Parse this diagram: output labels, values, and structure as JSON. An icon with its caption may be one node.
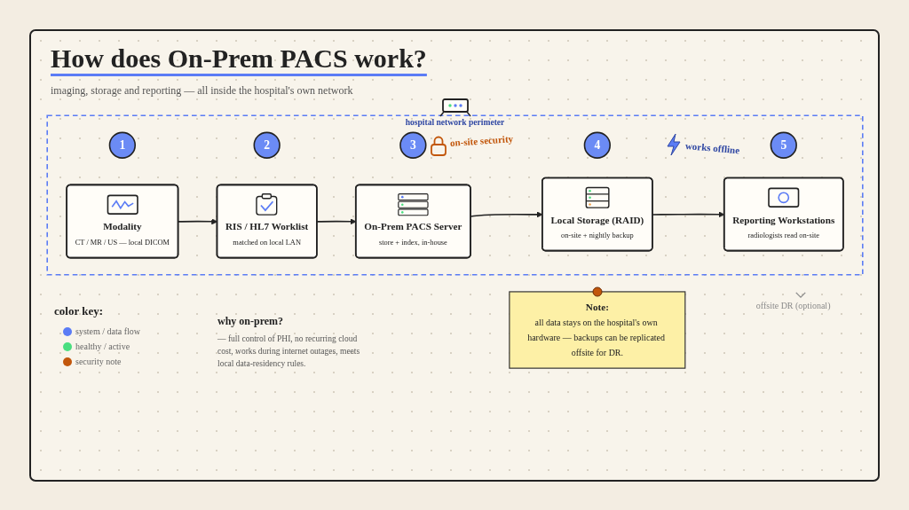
{
  "diagram": {
    "title": "How does On-Prem PACS work?",
    "nodes": [
      {
        "text": [
          "hospital network perimeter"
        ]
      },
      {
        "text": [
          "1"
        ],
        "in": 0
      },
      {
        "text": [
          "2"
        ],
        "in": 0
      },
      {
        "text": [
          "3"
        ],
        "in": 0
      },
      {
        "text": [
          "4"
        ],
        "in": 0
      },
      {
        "text": [
          "5"
        ],
        "in": 0
      },
      {
        "text": [
          "Modality",
          "CT / MR / US — local DICOM"
        ],
        "in": 0
      },
      {
        "text": [
          "RIS / HL7 Worklist",
          "matched on local LAN"
        ],
        "in": 0
      },
      {
        "text": [
          "On-Prem PACS Server",
          "store + index, in-house"
        ],
        "in": 0
      },
      {
        "text": [
          "Local Storage (RAID)",
          "on-site + nightly backup"
        ],
        "in": 0
      },
      {
        "text": [
          "Reporting Workstations",
          "radiologists read on-site"
        ],
        "in": 0
      },
      {
        "text": [
          "Note:",
          "all data stays on the hospital's own hardware — backups can be replicated offsite for DR."
        ]
      }
    ],
    "edges": [
      {
        "from": 6,
        "to": 7,
        "arrow": "to"
      },
      {
        "from": 7,
        "to": 8,
        "arrow": "to"
      },
      {
        "from": 8,
        "to": 9,
        "arrow": "to"
      },
      {
        "from": 9,
        "to": 10,
        "arrow": "to"
      }
    ],
    "labels": [
      "imaging, storage and reporting — all inside the hospital's own network",
      "on-site security",
      "works offline",
      "offsite DR (optional)",
      "color key:",
      "why on-prem?",
      "— full control of PHI, no recurring cloud cost, works during internet outages, meets local data-residency rules."
    ],
    "legend": [
      {
        "text": "system / data flow",
        "color": "#5b7cf5"
      },
      {
        "text": "healthy / active",
        "color": "#4ade80"
      },
      {
        "text": "security note",
        "color": "#c2570c"
      }
    ]
  }
}
